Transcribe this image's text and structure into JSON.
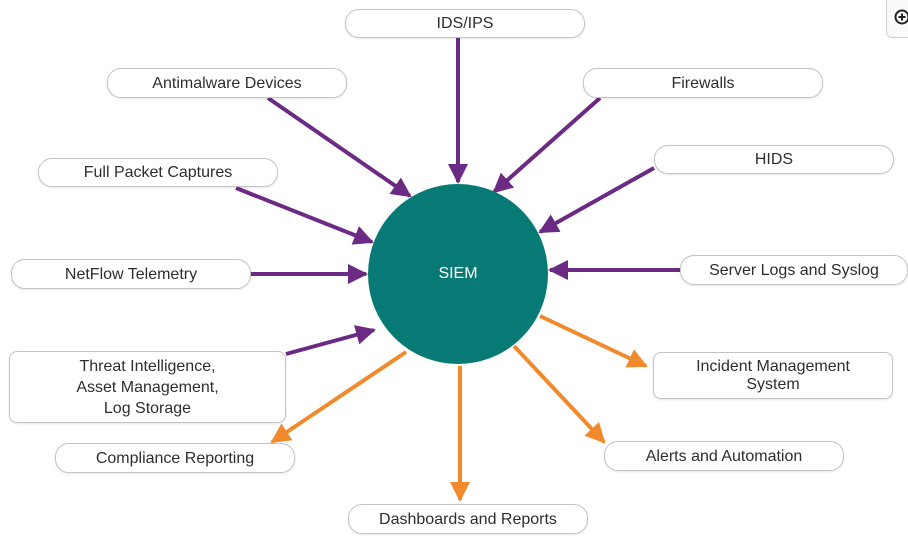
{
  "hub": {
    "label": "SIEM",
    "color": "#077a75"
  },
  "inputs": [
    {
      "id": "ids-ips",
      "label": "IDS/IPS"
    },
    {
      "id": "antimalware-devices",
      "label": "Antimalware Devices"
    },
    {
      "id": "firewalls",
      "label": "Firewalls"
    },
    {
      "id": "hids",
      "label": "HIDS"
    },
    {
      "id": "full-packet-captures",
      "label": "Full Packet Captures"
    },
    {
      "id": "netflow-telemetry",
      "label": "NetFlow Telemetry"
    },
    {
      "id": "server-logs-syslog",
      "label": "Server Logs and Syslog"
    },
    {
      "id": "threat-intel-asset-log",
      "label": "Threat Intelligence,\nAsset Management,\nLog Storage"
    }
  ],
  "outputs": [
    {
      "id": "incident-management-system",
      "label": "Incident Management\nSystem"
    },
    {
      "id": "alerts-automation",
      "label": "Alerts and Automation"
    },
    {
      "id": "compliance-reporting",
      "label": "Compliance Reporting"
    },
    {
      "id": "dashboards-reports",
      "label": "Dashboards and Reports"
    }
  ],
  "colors": {
    "input_arrow": "#6b2a84",
    "output_arrow": "#f08a2c",
    "box_border": "#c4c4c4"
  },
  "controls": {
    "zoom_icon": "zoom-in-icon"
  }
}
